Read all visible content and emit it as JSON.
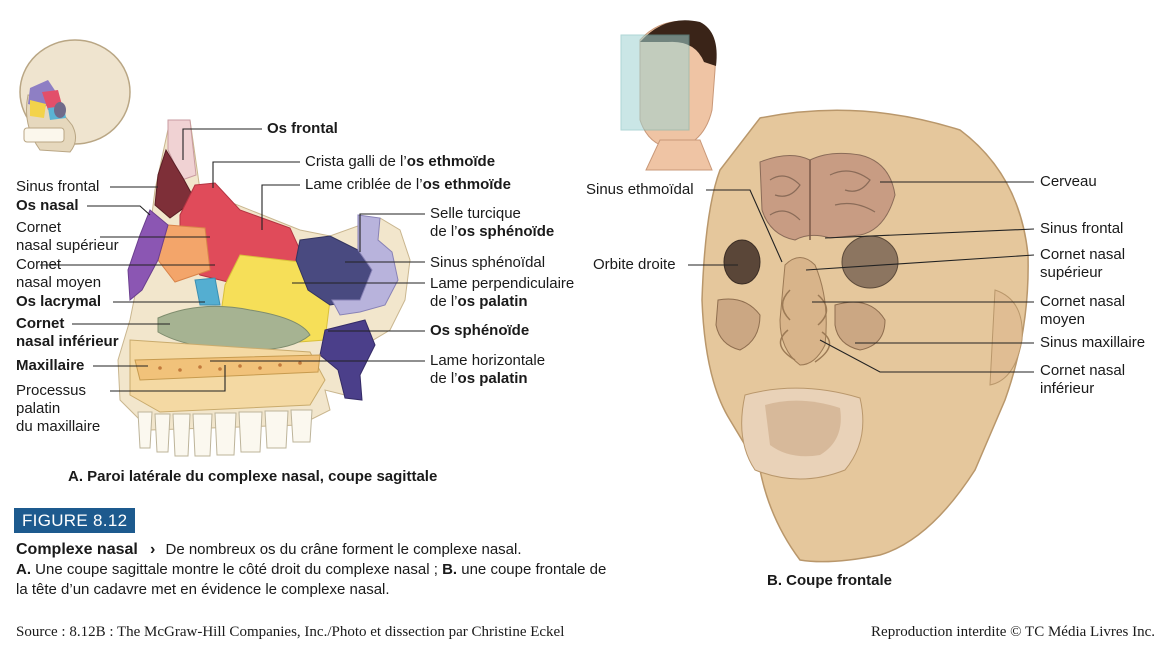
{
  "left_labels": {
    "sinus_frontal": "Sinus frontal",
    "os_nasal": "Os nasal",
    "cornet_sup_1": "Cornet",
    "cornet_sup_2": "nasal supérieur",
    "cornet_moy_1": "Cornet",
    "cornet_moy_2": "nasal moyen",
    "os_lacrymal": "Os lacrymal",
    "cornet_inf_1": "Cornet",
    "cornet_inf_2": "nasal inférieur",
    "maxillaire": "Maxillaire",
    "processus_1": "Processus",
    "processus_2": "palatin",
    "processus_3": "du maxillaire"
  },
  "right_labels_a": {
    "os_frontal": "Os frontal",
    "crista_pre": "Crista galli de l’",
    "crista_bold": "os ethmoïde",
    "lame_crib_pre": "Lame criblée de l’",
    "lame_crib_bold": "os ethmoïde",
    "selle_1": "Selle turcique",
    "selle_pre": "de l’",
    "selle_bold": "os sphénoïde",
    "sinus_sph": "Sinus sphénoïdal",
    "lame_perp_1": "Lame perpendiculaire",
    "lame_perp_pre": "de l’",
    "lame_perp_bold": "os palatin",
    "os_sphenoide": "Os sphénoïde",
    "lame_horiz_1": "Lame horizontale",
    "lame_horiz_pre": "de l’",
    "lame_horiz_bold": "os palatin"
  },
  "caption_a": "A. Paroi latérale du complexe nasal, coupe sagittale",
  "photo_labels": {
    "sinus_ethmoidal": "Sinus ethmoïdal",
    "orbite_droite": "Orbite droite",
    "cerveau": "Cerveau",
    "sinus_frontal": "Sinus frontal",
    "cornet_sup_1": "Cornet nasal",
    "cornet_sup_2": "supérieur",
    "cornet_moy_1": "Cornet nasal",
    "cornet_moy_2": "moyen",
    "sinus_maxillaire": "Sinus maxillaire",
    "cornet_inf_1": "Cornet nasal",
    "cornet_inf_2": "inférieur"
  },
  "caption_b": "B. Coupe frontale",
  "figure": {
    "badge": "FIGURE 8.12",
    "title": "Complexe nasal",
    "arrow": "›",
    "intro": "De nombreux os du crâne forment le complexe nasal.",
    "a_tag": "A.",
    "a_text": "Une coupe sagittale montre le côté droit du complexe nasal ;",
    "b_tag": "B.",
    "b_text": "une coupe frontale de la tête d’un cadavre met en évidence le complexe nasal."
  },
  "footer": {
    "source": "Source : 8.12B : The McGraw-Hill Companies, Inc./Photo et dissection par Christine Eckel",
    "rights": "Reproduction interdite © TC Média Livres Inc."
  }
}
